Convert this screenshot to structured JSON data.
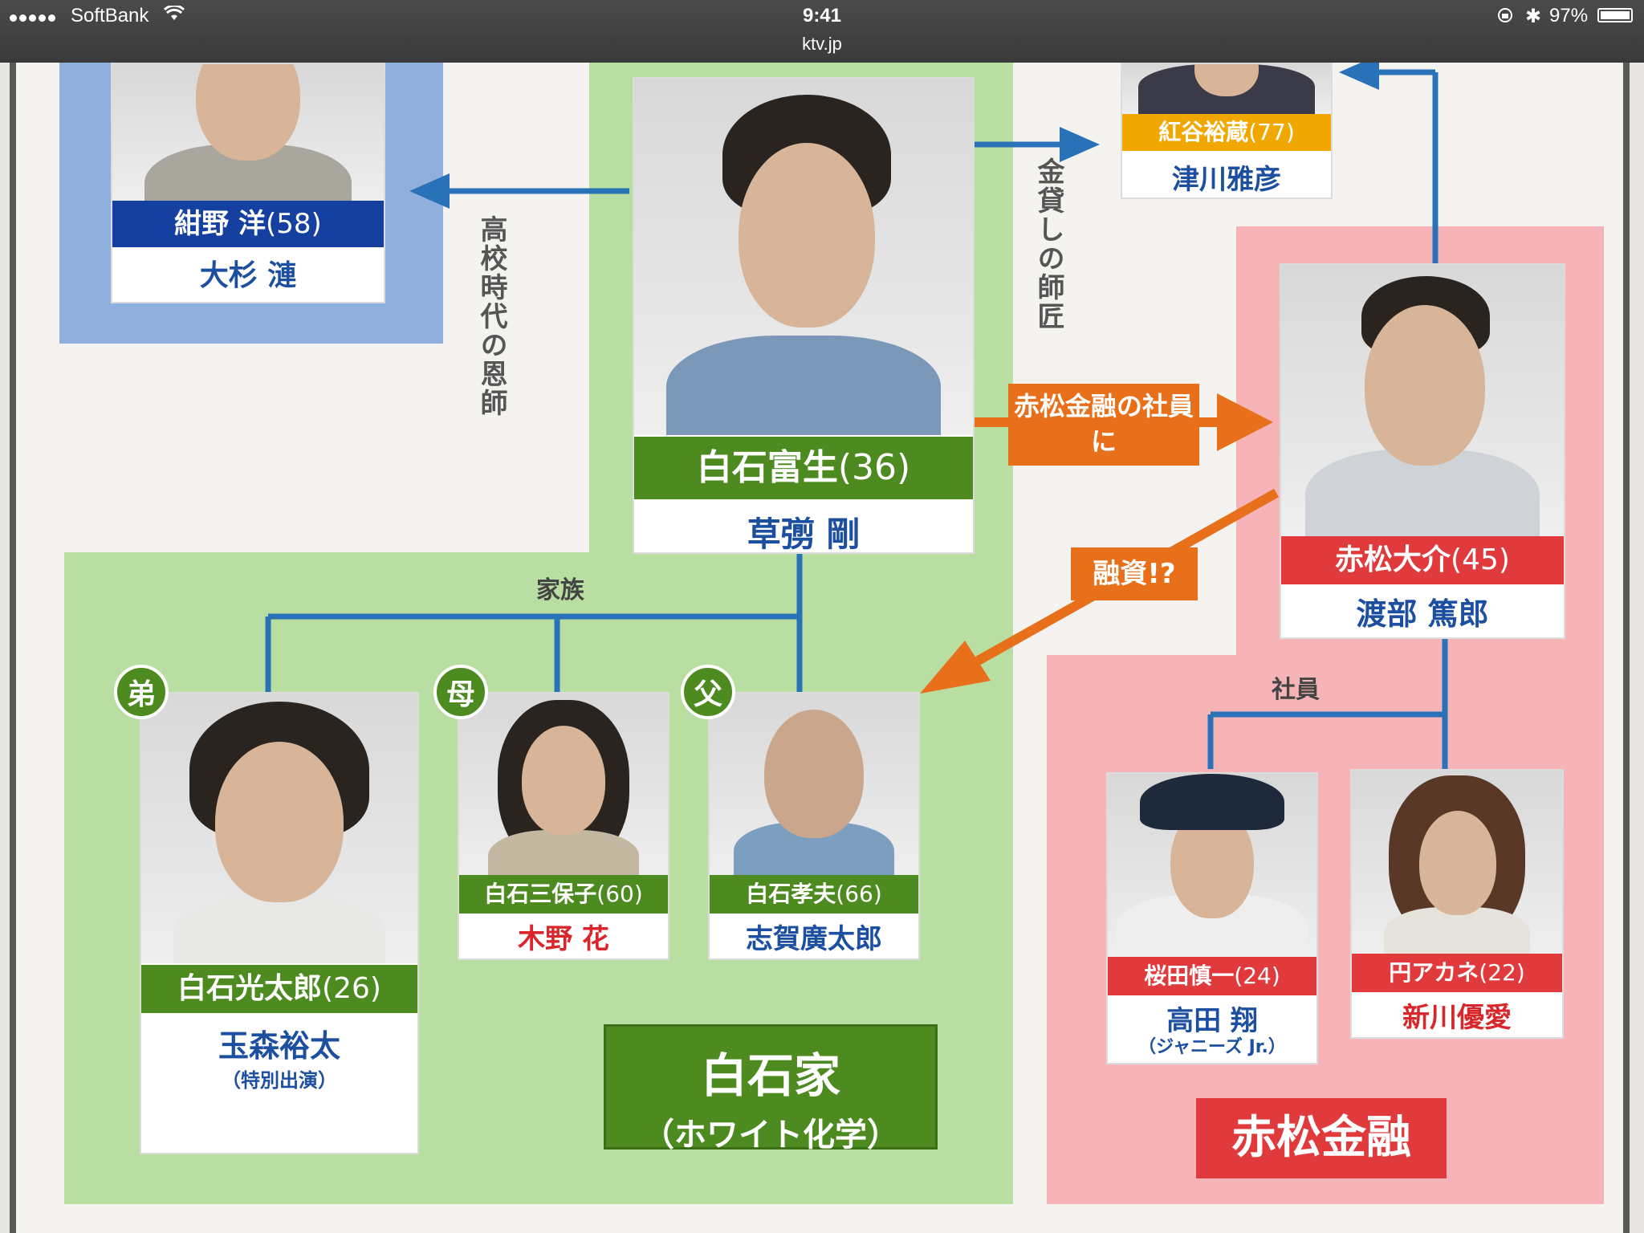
{
  "status_bar": {
    "carrier": "SoftBank",
    "time": "9:41",
    "url": "ktv.jp",
    "battery": "97%"
  },
  "labels": {
    "teacher": "高校時代の恩師",
    "mentor": "金貸しの師匠",
    "employee_arrow": "赤松金融の社員に",
    "loan": "融資!?",
    "family": "家族",
    "staff": "社員"
  },
  "groups": {
    "shiraishi": "白石家",
    "shiraishi_sub": "（ホワイト化学）",
    "akamatsu": "赤松金融"
  },
  "badges": {
    "brother": "弟",
    "mother": "母",
    "father": "父"
  },
  "characters": {
    "konno": {
      "role": "紺野 洋",
      "age": "(58)",
      "actor": "大杉 漣"
    },
    "beniya": {
      "role": "紅谷裕蔵",
      "age": "(77)",
      "actor": "津川雅彦"
    },
    "tomio": {
      "role": "白石富生",
      "age": "(36)",
      "actor": "草彅 剛"
    },
    "daisuke": {
      "role": "赤松大介",
      "age": "(45)",
      "actor": "渡部 篤郎"
    },
    "kotaro": {
      "role": "白石光太郎",
      "age": "(26)",
      "actor": "玉森裕太",
      "note": "（特別出演）"
    },
    "mihoko": {
      "role": "白石三保子",
      "age": "(60)",
      "actor": "木野 花"
    },
    "takao": {
      "role": "白石孝夫",
      "age": "(66)",
      "actor": "志賀廣太郎"
    },
    "shinichi": {
      "role": "桜田慎一",
      "age": "(24)",
      "actor": "高田 翔",
      "note": "（ジャニーズ Jr.）"
    },
    "akane": {
      "role": "円アカネ",
      "age": "(22)",
      "actor": "新川優愛"
    }
  }
}
